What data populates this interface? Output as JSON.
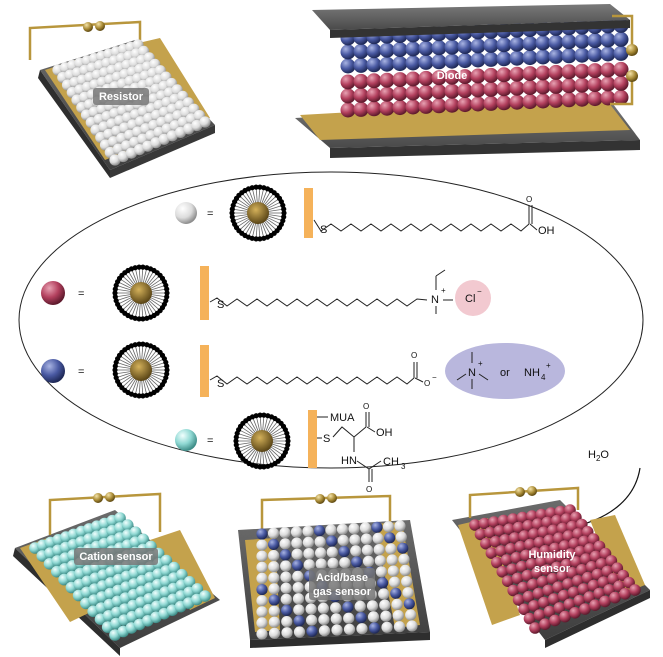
{
  "devices": {
    "resistor": "Resistor",
    "diode": "Diode",
    "cation_sensor": "Cation sensor",
    "acid_base_line1": "Acid/base",
    "acid_base_line2": "gas sensor",
    "humidity_line1": "Humidity",
    "humidity_line2": "sensor"
  },
  "water": {
    "base": "H",
    "sub": "2",
    "tail": "O"
  },
  "legend": {
    "equals": "=",
    "white_tail": "OH",
    "red_counterion": "Cl",
    "red_counterion_sup": "−",
    "red_plus": "+",
    "blue_charge": "−",
    "blue_or": "or",
    "blue_nh4": "NH",
    "blue_nh4_sub": "4",
    "blue_nh4_sup": "+",
    "s_atom": "S",
    "n_atom": "N",
    "o_atom": "O",
    "cyan_mua": "MUA",
    "cyan_oh": "OH",
    "cyan_nh": "HN",
    "cyan_ch3": "CH",
    "cyan_ch3_sub": "3"
  },
  "colors": {
    "white_np": "#e8e8e8",
    "red_np": "#b3405e",
    "blue_np": "#4a5aa3",
    "cyan_np": "#8fd8d3",
    "gold": "#c4a24c",
    "substrate": "#5c5c5c",
    "orange_bar": "#f5b25a",
    "cl_circle": "#f2c9d0",
    "cation_ellipse": "#b9b7dd"
  }
}
